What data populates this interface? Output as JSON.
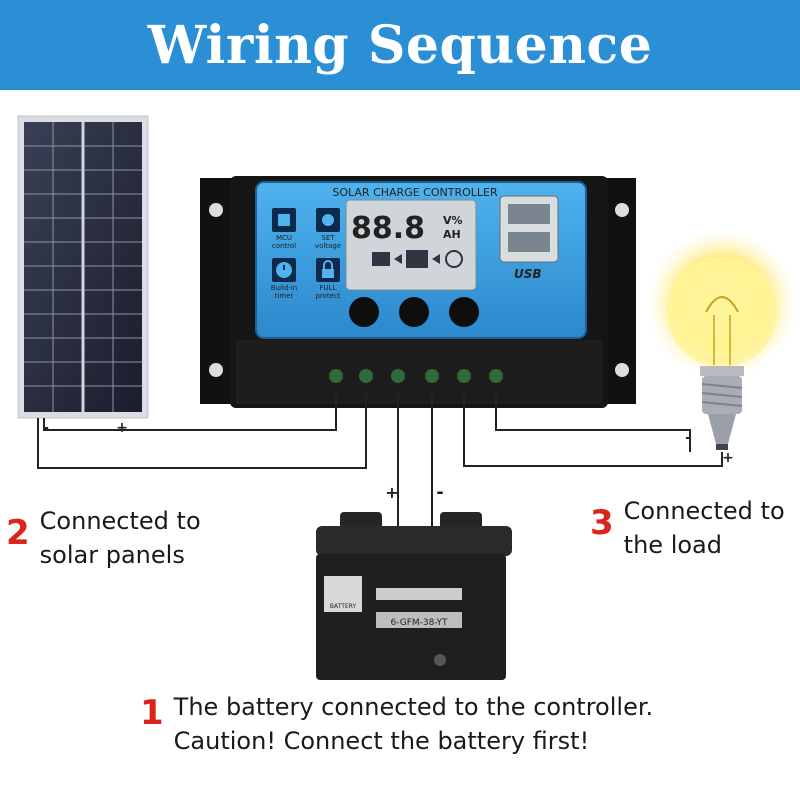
{
  "header": {
    "title": "Wiring Sequence"
  },
  "controller": {
    "title": "SOLAR CHARGE CONTROLLER",
    "display_digits": "88.8",
    "unit_top": "V%",
    "unit_bottom": "AH",
    "usb_label": "USB",
    "buttons": [
      {
        "icon": "mcu-icon",
        "label_1": "MCU",
        "label_2": "control"
      },
      {
        "icon": "set-voltage-icon",
        "label_1": "SET",
        "label_2": "voltage"
      },
      {
        "icon": "timer-icon",
        "label_1": "Build-in",
        "label_2": "timer"
      },
      {
        "icon": "lock-icon",
        "label_1": "FULL",
        "label_2": "protect"
      }
    ]
  },
  "battery": {
    "brand": "BATTERY",
    "model": "6-GFM-38-YT",
    "plus": "+",
    "minus": "-"
  },
  "terminals": {
    "plus": "+",
    "minus": "-"
  },
  "steps": [
    {
      "number": "1",
      "line1": "The battery connected to the controller.",
      "line2": "Caution! Connect the battery first!"
    },
    {
      "number": "2",
      "line1": "Connected to",
      "line2": "solar panels"
    },
    {
      "number": "3",
      "line1": "Connected to",
      "line2": "the load"
    }
  ],
  "colors": {
    "header": "#2b8fd6",
    "step_number": "#d9251c",
    "controller_face": "#3aa1e6"
  }
}
